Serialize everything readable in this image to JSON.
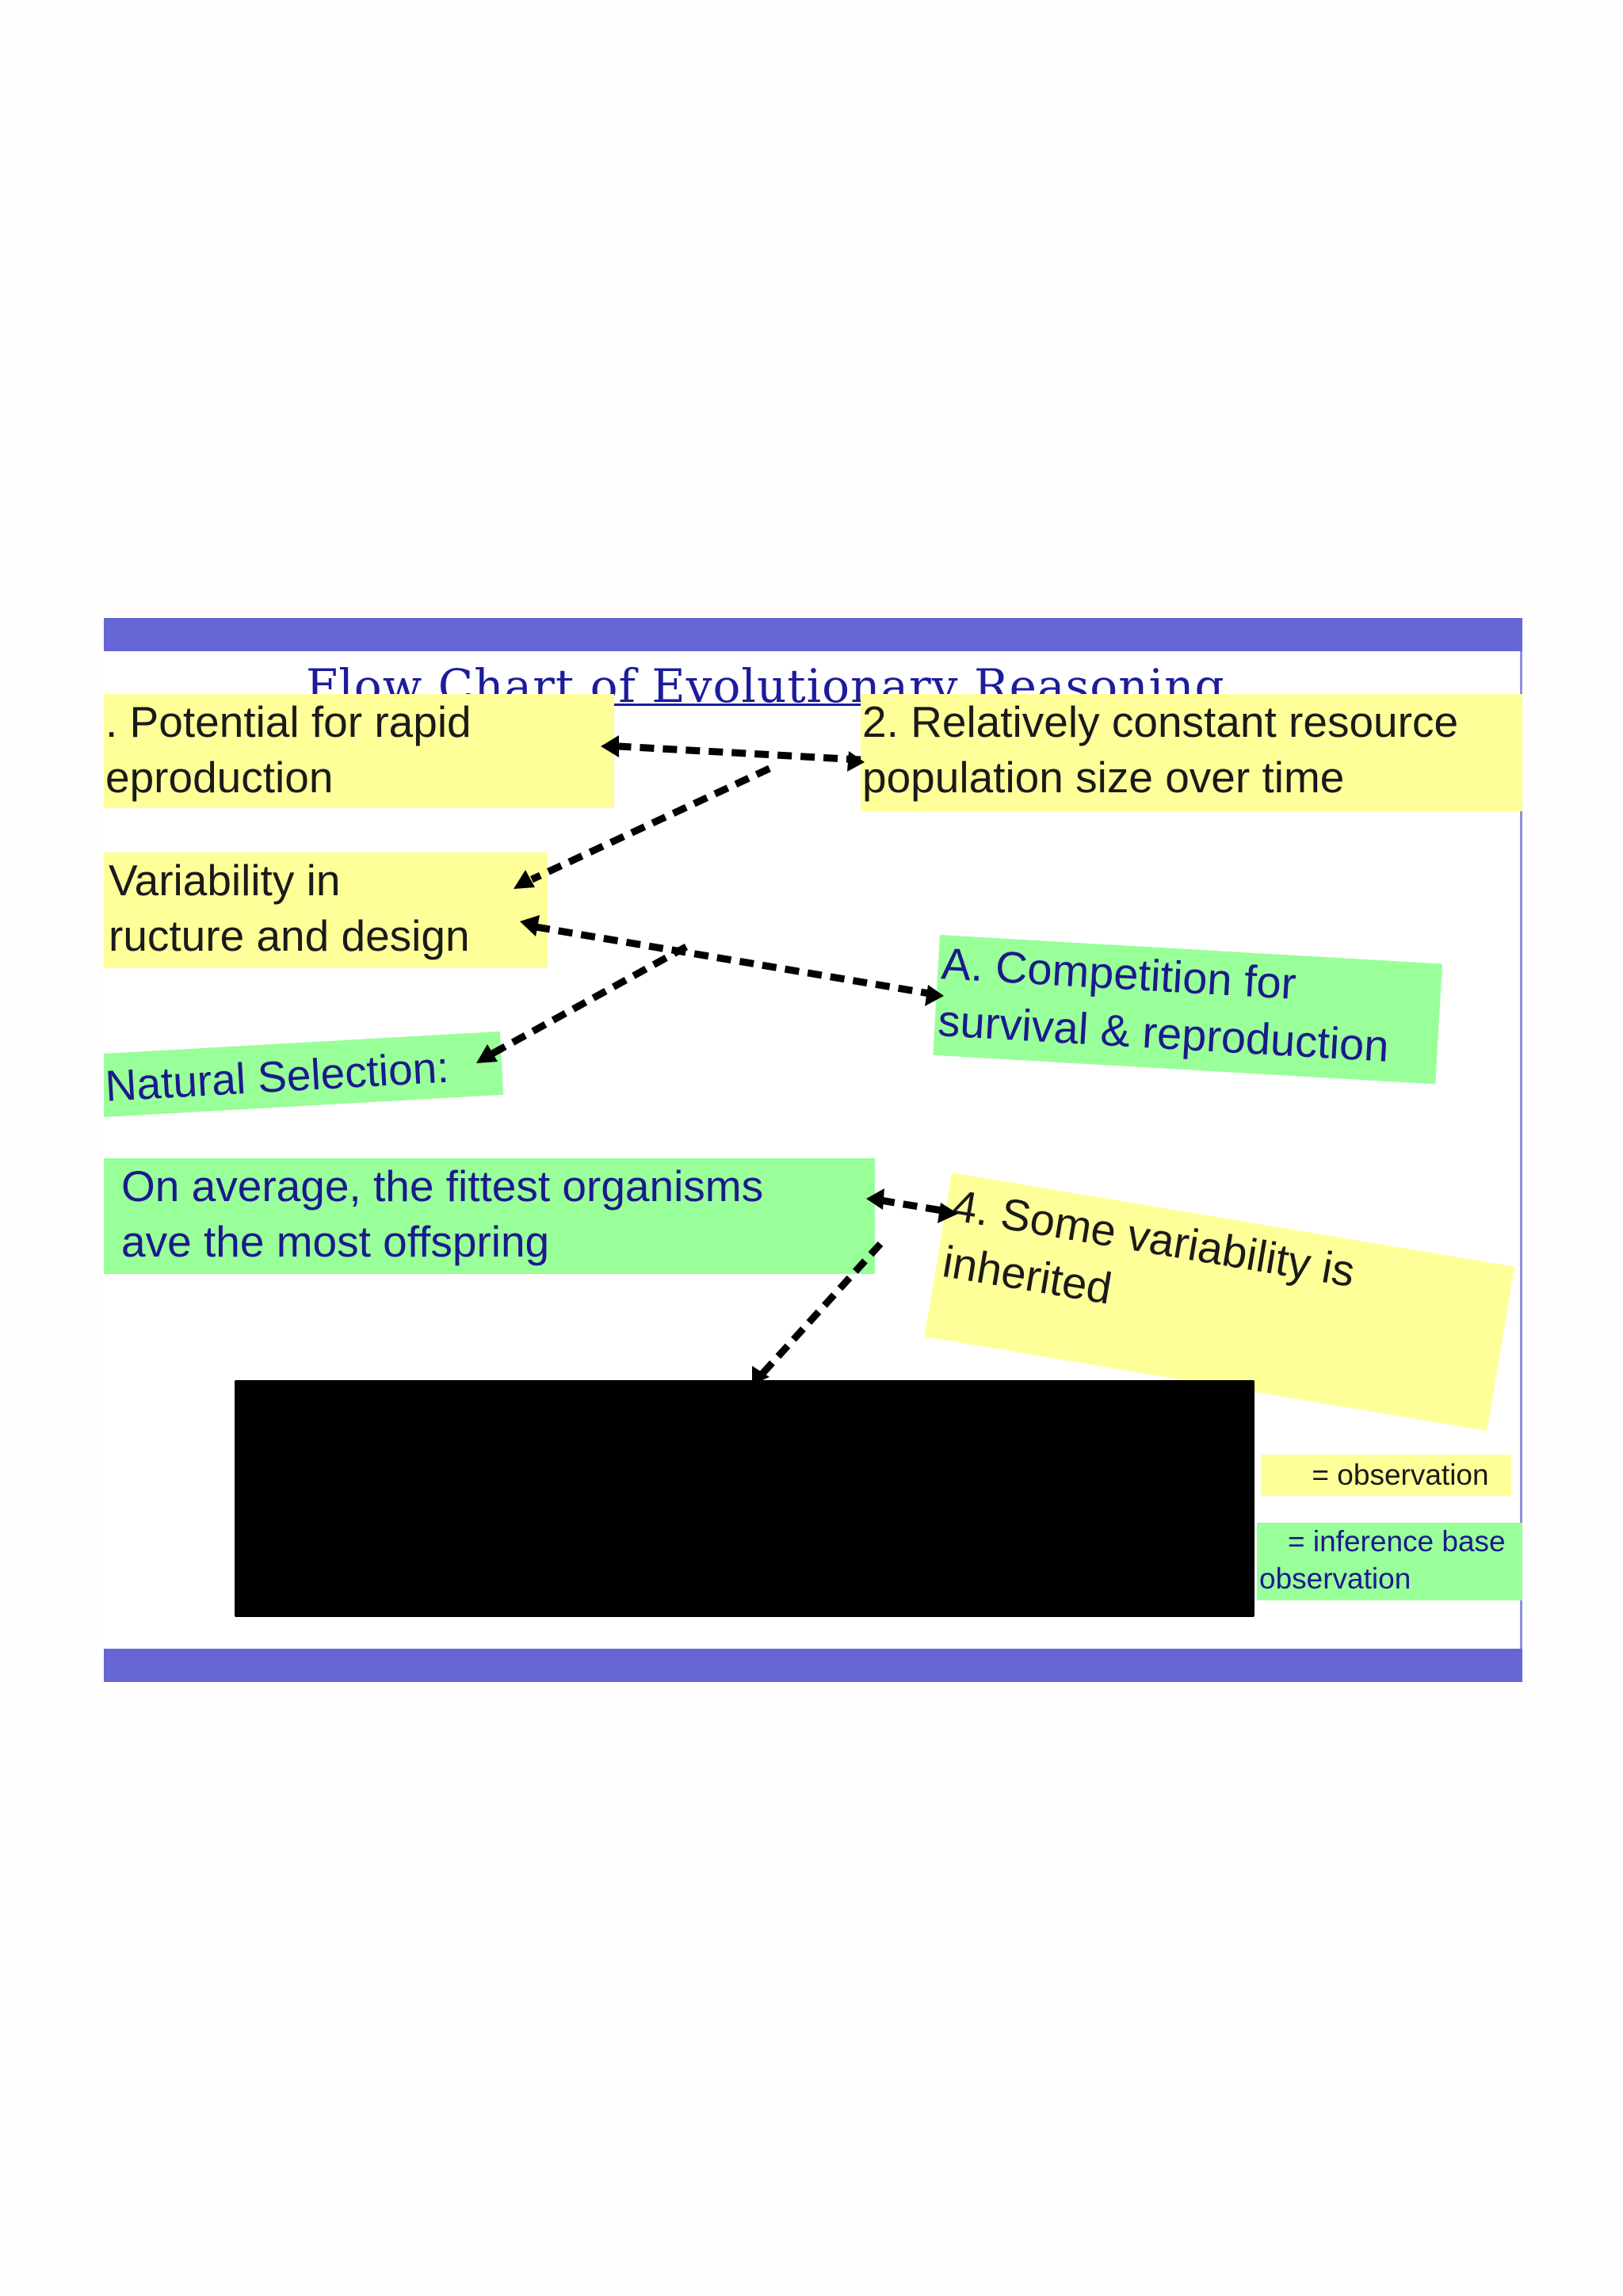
{
  "title": "Flow Chart of Evolutionary Reasoning",
  "boxes": {
    "obs1": {
      "line1": ". Potential for rapid",
      "line2": "eproduction"
    },
    "obs2": {
      "line1": "2. Relatively constant resource",
      "line2": "population size over time"
    },
    "obs3": {
      "line1": " Variability in",
      "line2": "ructure and design"
    },
    "infA": {
      "line1": "A. Competition for",
      "line2": "survival & reproduction"
    },
    "infNS": {
      "line1": "Natural Selection:"
    },
    "infAvg": {
      "line1": "On average, the fittest organisms",
      "line2": "ave the most offspring"
    },
    "obs4": {
      "line1": "4. Some variability is",
      "line2": "inherited"
    }
  },
  "legend": {
    "observation": "= observation",
    "inference_line1": "= inference base",
    "inference_line2": "observation"
  },
  "colors": {
    "observation": "#ffff99",
    "inference": "#99ff99",
    "frame_bar": "#6666d4",
    "title_text": "#1c1c9c",
    "inference_text": "#1a1a8c",
    "arrow": "#000000"
  }
}
